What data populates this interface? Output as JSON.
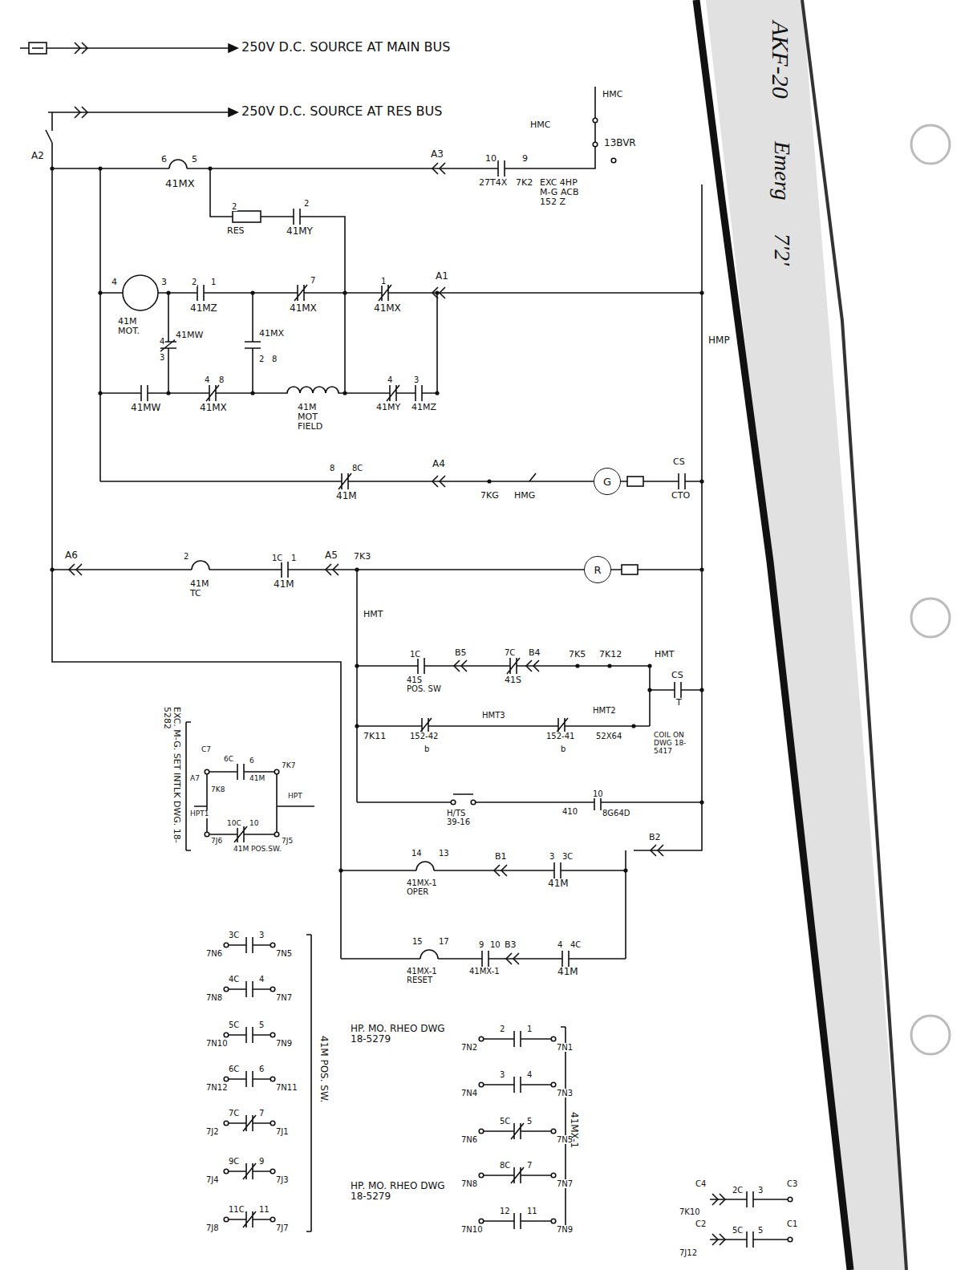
{
  "diagram": {
    "nodes": [
      {
        "text": [
          "G"
        ]
      },
      {
        "text": [
          "R"
        ]
      }
    ],
    "labels": [
      "250V D.C. SOURCE AT MAIN BUS",
      "250V D.C. SOURCE AT RES BUS",
      "A2",
      "6",
      "5",
      "41MX",
      "A3",
      "10",
      "27T4X",
      "9",
      "7K2",
      "EXC 4HP M-G ACB 152 Z",
      "HMC",
      "HMC",
      "13BVR",
      "RES",
      "2",
      "41MY",
      "2",
      "A1",
      "41MX",
      "1",
      "4",
      "3",
      "2",
      "1",
      "41MZ",
      "41MX",
      "7",
      "41M MOT.",
      "41MW",
      "4",
      "3",
      "41MX",
      "2",
      "8",
      "41MW",
      "41MX",
      "4",
      "8",
      "41M MOT FIELD",
      "41MY",
      "41MZ",
      "4",
      "3",
      "HMP",
      "A4",
      "8",
      "8C",
      "41M",
      "7KG",
      "HMG",
      "CS",
      "CTO",
      "A6",
      "2",
      "41M TC",
      "1C",
      "1",
      "41M",
      "A5",
      "7K3",
      "HMT",
      "1C",
      "41S POS. SW",
      "B5",
      "7C",
      "41S",
      "B4",
      "7K5",
      "7K12",
      "HMT",
      "CS",
      "T",
      "7K11",
      "152-42",
      "b",
      "HMT3",
      "152-41",
      "b",
      "HMT2",
      "COIL ON DWG 18-5417",
      "52X64",
      "H/TS 39-16",
      "410",
      "10",
      "8G64D",
      "B1",
      "B2",
      "3",
      "3C",
      "41M",
      "14",
      "13",
      "41MX-1 OPER",
      "B3",
      "4",
      "4C",
      "41M",
      "15",
      "17",
      "41MX-1 RESET",
      "9",
      "10",
      "41MX-1",
      "EXC. M-G. SET INTLK DWG. 18-5282",
      "C7",
      "6C",
      "6",
      "A7",
      "41M",
      "7K7",
      "7K8",
      "HPT1",
      "HPT",
      "7J6",
      "7J5",
      "10C",
      "10",
      "41M POS.SW.",
      "7N5",
      "7N6",
      "3C",
      "3",
      "7N7",
      "7N8",
      "4C",
      "4",
      "7N9",
      "7N10",
      "5C",
      "5",
      "7N11",
      "7N12",
      "6C",
      "6",
      "7J1",
      "7J2",
      "7C",
      "7",
      "7J3",
      "7J4",
      "9C",
      "9",
      "7J7",
      "7J8",
      "11C",
      "11",
      "41M POS. SW.",
      "HP. MO. RHEO DWG 18-5279",
      "7N1",
      "7N2",
      "2",
      "1",
      "7N3",
      "7N4",
      "3",
      "4",
      "7N5",
      "7N6",
      "5C",
      "5",
      "7N7",
      "7N8",
      "8C",
      "7",
      "7N9",
      "7N10",
      "12",
      "11",
      "41MX-1",
      "HP. MO. RHEO DWG 18-5279",
      "C4",
      "2C",
      "3",
      "C3",
      "7K10",
      "C2",
      "5C",
      "5",
      "C1",
      "7J12",
      "AKF-20",
      "Emerg",
      "7'2'"
    ]
  }
}
